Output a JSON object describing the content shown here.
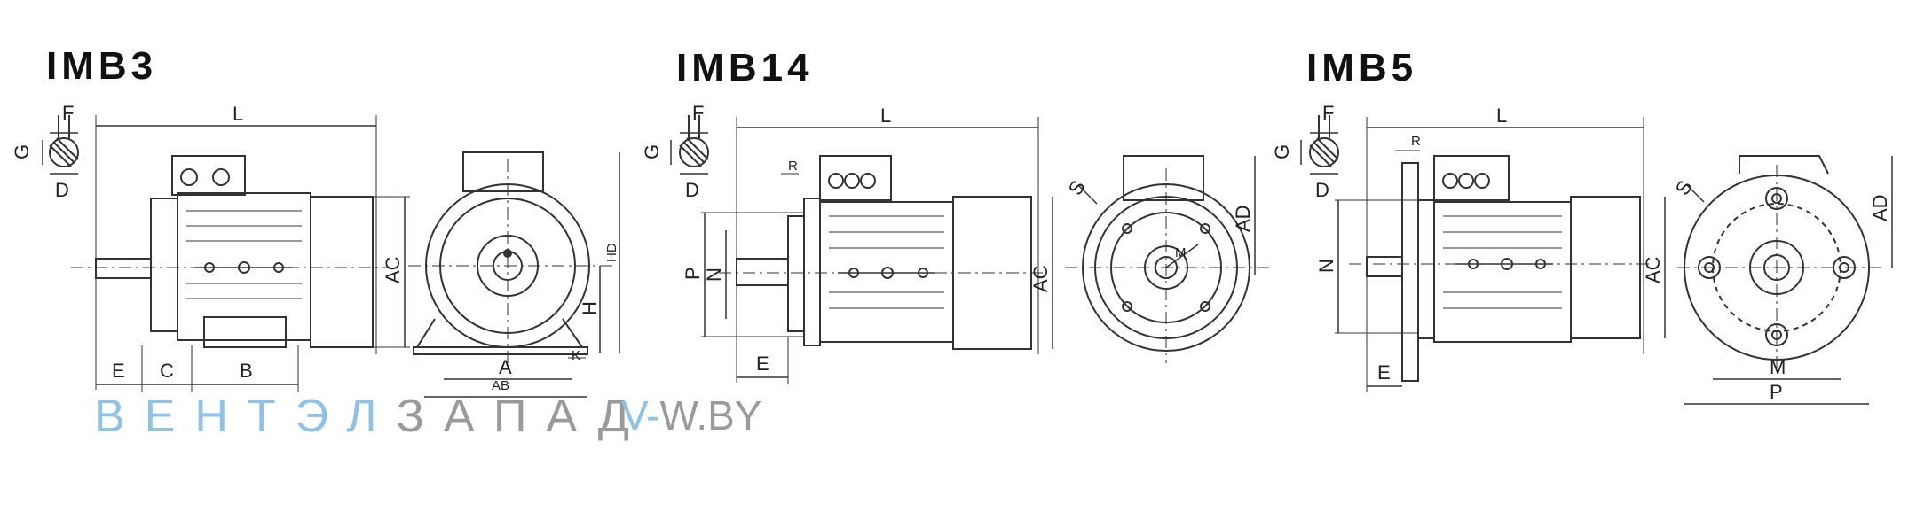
{
  "titles": {
    "imb3": "IMB3",
    "imb14": "IMB14",
    "imb5": "IMB5"
  },
  "labels": {
    "F": "F",
    "G": "G",
    "D": "D",
    "L": "L",
    "E": "E",
    "C": "C",
    "B": "B",
    "AC": "AC",
    "HD": "HD",
    "H": "H",
    "A": "A",
    "AB": "AB",
    "K": "K",
    "R": "R",
    "P": "P",
    "N": "N",
    "S": "S",
    "M": "M",
    "AD": "AD"
  },
  "watermark": {
    "brand_part1": "ВЕНТЭЛ",
    "brand_part2": "ЗАПАД",
    "url_part1": "V-",
    "url_part2": "W.BY"
  },
  "colors": {
    "line": "#333333",
    "brand_blue": "#8fc2e6",
    "brand_gray": "#9a9a9a"
  }
}
